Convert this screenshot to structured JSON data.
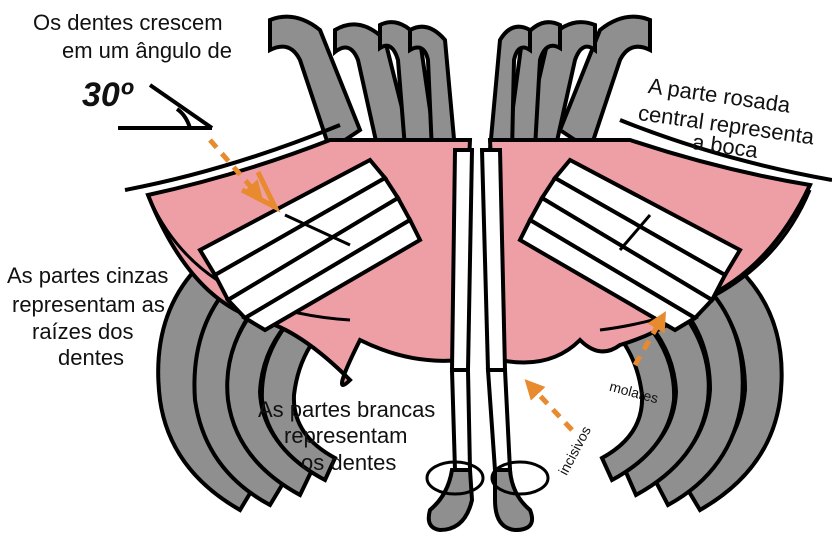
{
  "labels": {
    "angle_line1": "Os dentes crescem",
    "angle_line2": "em um ângulo de",
    "angle_value": "30º",
    "pink_line1": "A parte rosada",
    "pink_line2": "central representa",
    "pink_line3": "a boca",
    "gray_line1": "As partes cinzas",
    "gray_line2": "representam as",
    "gray_line3": "raízes dos",
    "gray_line4": "dentes",
    "white_line1": "As partes brancas",
    "white_line2": "representam",
    "white_line3": "os dentes",
    "molares": "molares",
    "incisivos": "incisivos"
  },
  "colors": {
    "mouth_pink": "#ee9fa6",
    "root_gray": "#8f8f8f",
    "tooth_white": "#ffffff",
    "outline": "#000000",
    "arrow_orange": "#e88a2e"
  }
}
